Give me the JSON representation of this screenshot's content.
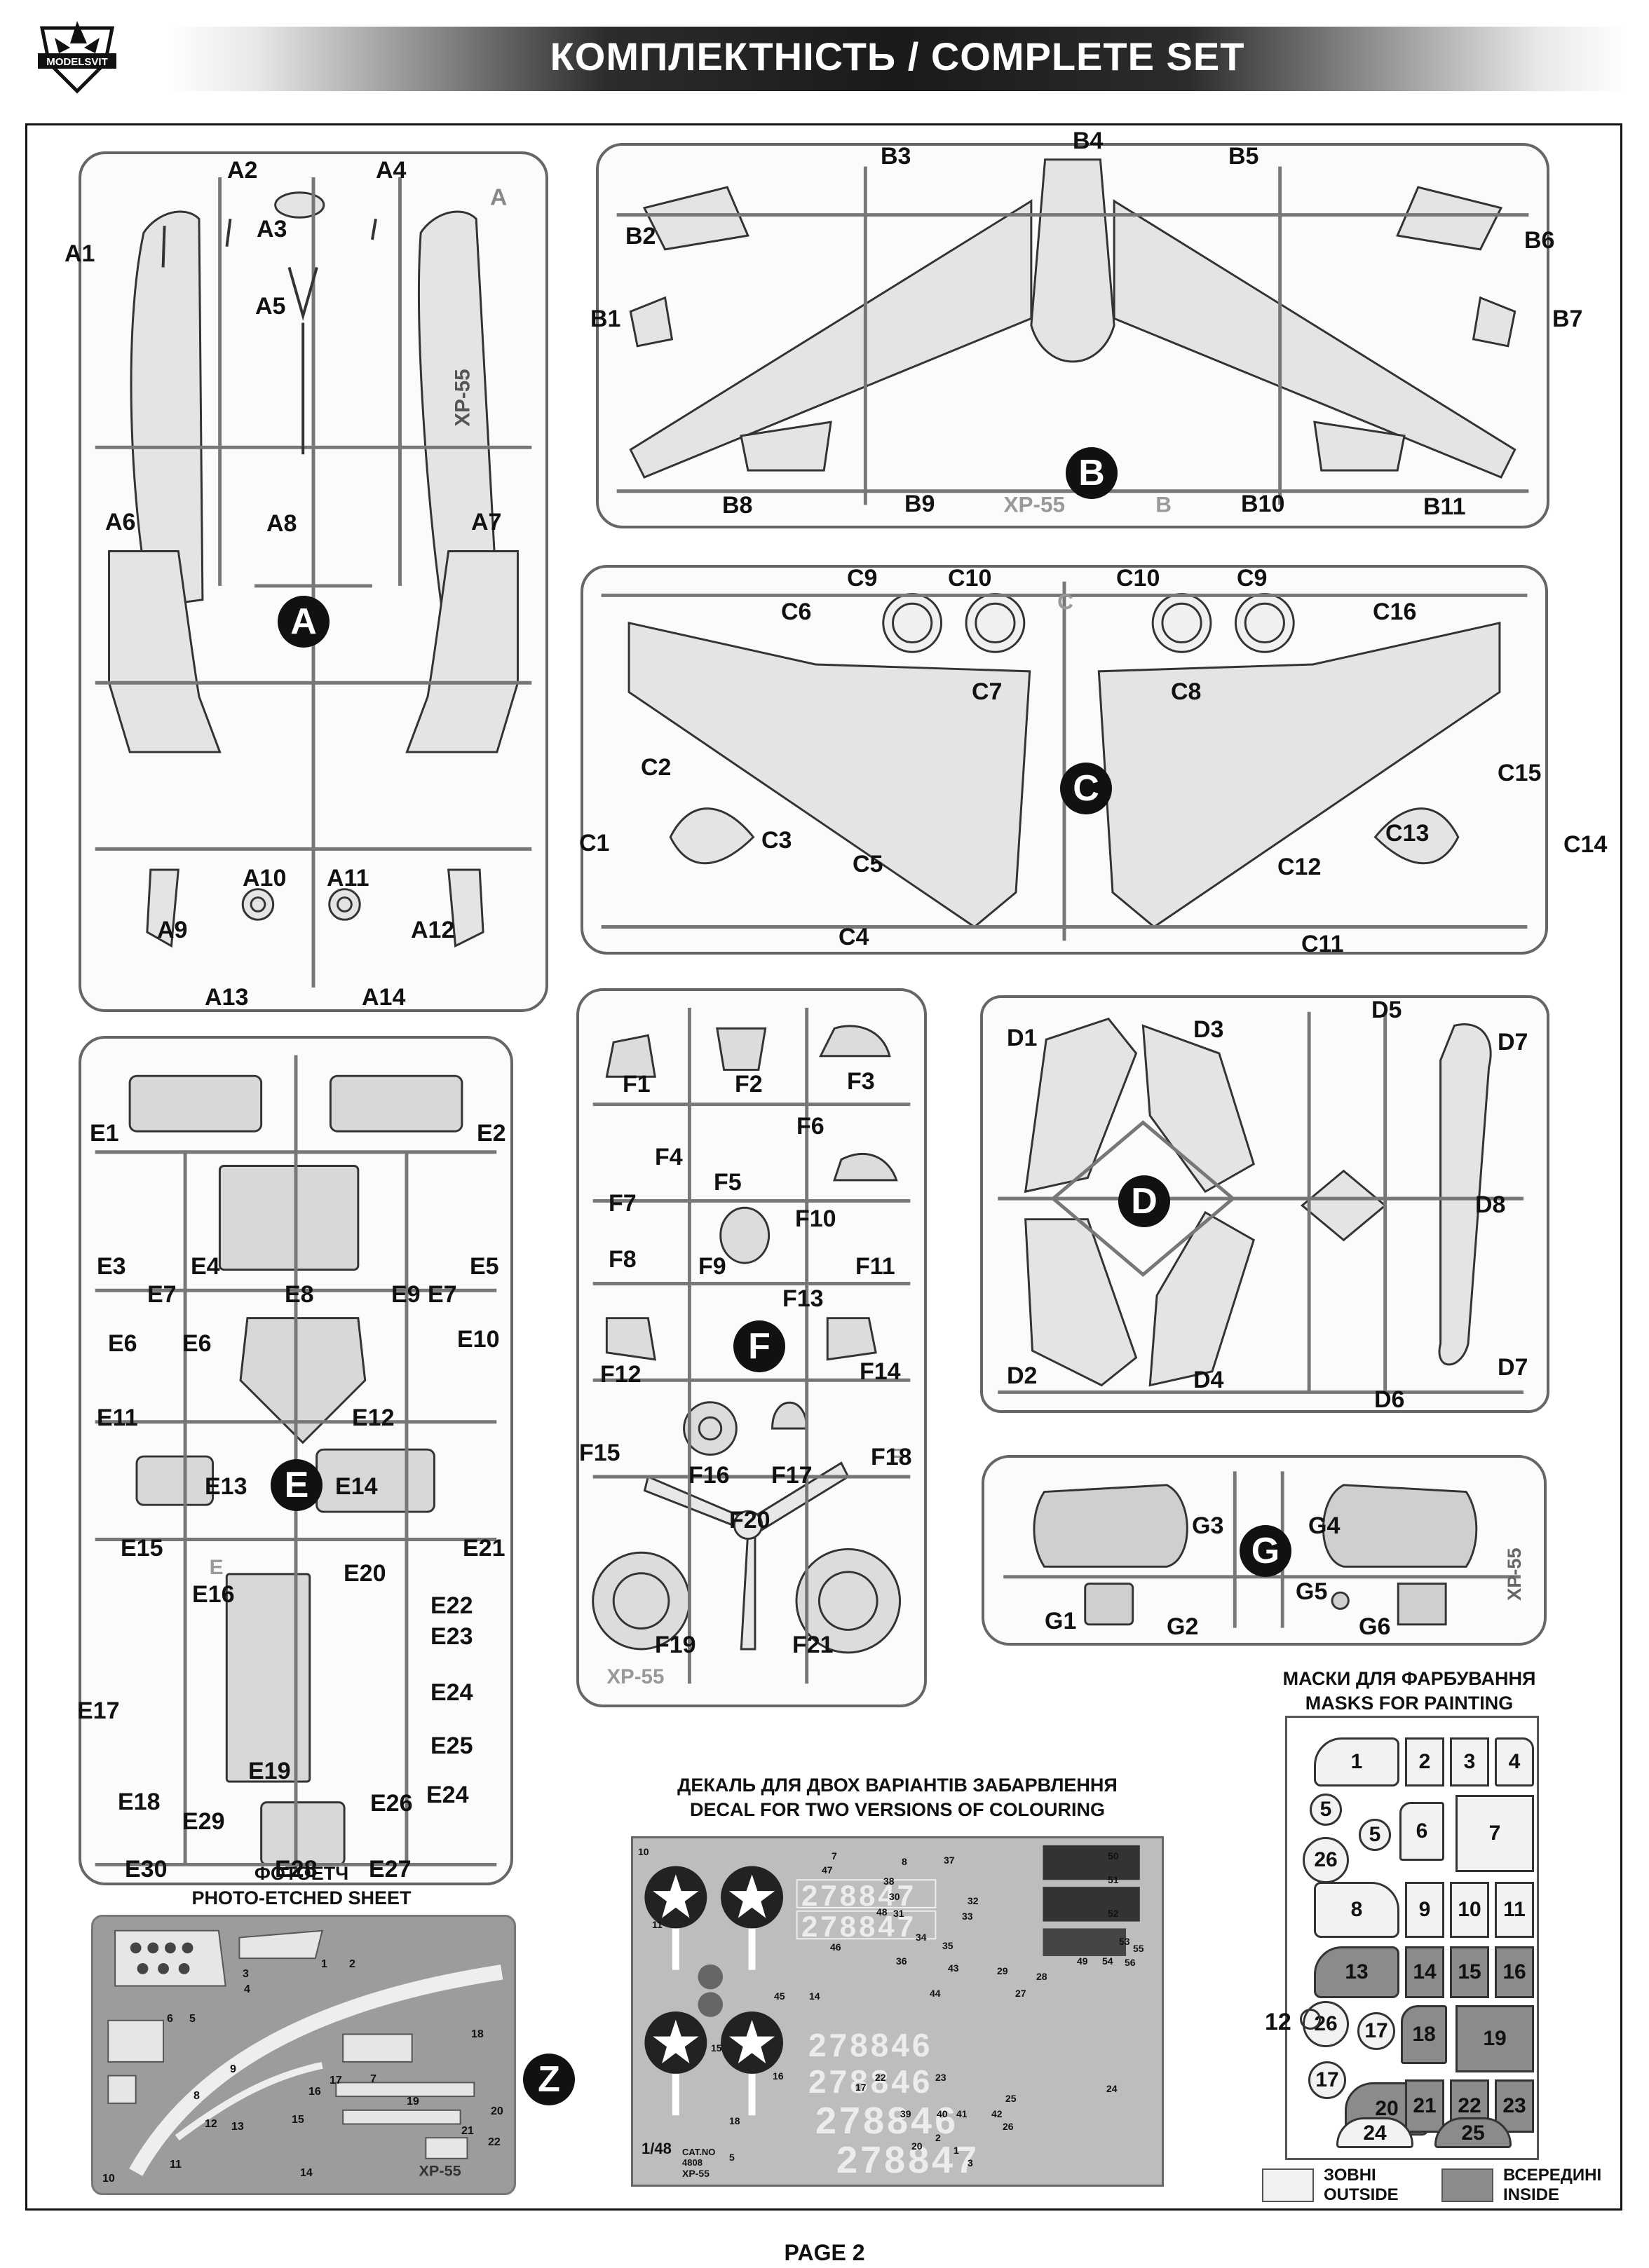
{
  "header": {
    "brand": "MODELSVIT",
    "title": "КОМПЛЕКТНІСТЬ / COMPLETE SET"
  },
  "sprues": {
    "A": {
      "letter": "A",
      "corner_tag": "A",
      "model_tag": "XP-55",
      "labels": [
        "A1",
        "A2",
        "A3",
        "A4",
        "A5",
        "A6",
        "A7",
        "A8",
        "A9",
        "A10",
        "A11",
        "A12",
        "A13",
        "A14"
      ]
    },
    "B": {
      "letter": "B",
      "corner_tag": "B",
      "model_tag": "XP-55",
      "labels": [
        "B1",
        "B2",
        "B3",
        "B4",
        "B5",
        "B6",
        "B7",
        "B8",
        "B9",
        "B10",
        "B11"
      ]
    },
    "C": {
      "letter": "C",
      "corner_tag": "C",
      "labels": [
        "C1",
        "C2",
        "C3",
        "C4",
        "C5",
        "C6",
        "C7",
        "C8",
        "C9",
        "C10",
        "C10",
        "C9",
        "C11",
        "C12",
        "C13",
        "C14",
        "C15",
        "C16"
      ]
    },
    "D": {
      "letter": "D",
      "labels": [
        "D1",
        "D2",
        "D3",
        "D4",
        "D5",
        "D6",
        "D7",
        "D7",
        "D8"
      ]
    },
    "E": {
      "letter": "E",
      "corner_tag": "E",
      "labels": [
        "E1",
        "E2",
        "E3",
        "E4",
        "E5",
        "E6",
        "E6",
        "E7",
        "E7",
        "E8",
        "E9",
        "E7",
        "E10",
        "E11",
        "E12",
        "E13",
        "E14",
        "E15",
        "E16",
        "E17",
        "E18",
        "E19",
        "E20",
        "E21",
        "E22",
        "E23",
        "E24",
        "E25",
        "E24",
        "E26",
        "E27",
        "E28",
        "E29",
        "E30"
      ]
    },
    "F": {
      "letter": "F",
      "corner_tag": "F",
      "model_tag": "XP-55",
      "labels": [
        "F1",
        "F2",
        "F3",
        "F4",
        "F5",
        "F6",
        "F7",
        "F8",
        "F9",
        "F10",
        "F11",
        "F12",
        "F13",
        "F14",
        "F15",
        "F16",
        "F17",
        "F18",
        "F20",
        "F19",
        "F21"
      ]
    },
    "G": {
      "letter": "G",
      "model_tag": "XP-55",
      "labels": [
        "G1",
        "G2",
        "G3",
        "G4",
        "G5",
        "G6"
      ]
    }
  },
  "photo_etch": {
    "title_ua": "ФОТОЕТЧ",
    "title_en": "PHOTO-ETCHED SHEET",
    "letter": "Z",
    "model_tag": "XP-55",
    "numbers": [
      "1",
      "2",
      "3",
      "4",
      "5",
      "6",
      "7",
      "8",
      "9",
      "10",
      "11",
      "12",
      "13",
      "14",
      "15",
      "16",
      "17",
      "18",
      "19",
      "20",
      "21",
      "22"
    ]
  },
  "decal": {
    "title_ua": "ДЕКАЛЬ ДЛЯ ДВОХ ВАРІАНТІВ ЗАБАРВЛЕННЯ",
    "title_en": "DECAL FOR TWO VERSIONS OF COLOURING",
    "serials": [
      "278847",
      "278847",
      "278846",
      "278846",
      "278846",
      "278847"
    ],
    "scale": "1/48",
    "cat_no": "CAT.NO 4808",
    "model_tag": "XP-55",
    "numbers": [
      "1",
      "2",
      "3",
      "5",
      "7",
      "8",
      "10",
      "11",
      "14",
      "15",
      "16",
      "17",
      "18",
      "20",
      "22",
      "23",
      "24",
      "25",
      "26",
      "27",
      "28",
      "29",
      "30",
      "31",
      "32",
      "33",
      "34",
      "35",
      "36",
      "37",
      "38",
      "39",
      "40",
      "41",
      "42",
      "43",
      "44",
      "45",
      "46",
      "47",
      "48",
      "49",
      "50",
      "51",
      "52",
      "53",
      "54",
      "55",
      "56"
    ]
  },
  "masks": {
    "title_ua": "МАСКИ ДЛЯ ФАРБУВАННЯ",
    "title_en": "MASKS FOR PAINTING",
    "outside_items": [
      "1",
      "2",
      "3",
      "4",
      "5",
      "5",
      "26",
      "6",
      "7",
      "8",
      "9",
      "10",
      "11",
      "26",
      "17",
      "17",
      "24"
    ],
    "inside_items": [
      "13",
      "14",
      "15",
      "16",
      "18",
      "19",
      "20",
      "21",
      "22",
      "23",
      "25"
    ],
    "side_label": "12",
    "legend": {
      "outside_ua": "ЗОВНІ",
      "outside_en": "OUTSIDE",
      "inside_ua": "ВСЕРЕДИНІ",
      "inside_en": "INSIDE"
    }
  },
  "colors": {
    "inside_mask": "#8b8b8b",
    "outside_mask": "#f2f2f2",
    "pe_sheet": "#9c9c9c",
    "decal_sheet": "#bdbdbd"
  },
  "footer": {
    "page": "PAGE 2"
  }
}
